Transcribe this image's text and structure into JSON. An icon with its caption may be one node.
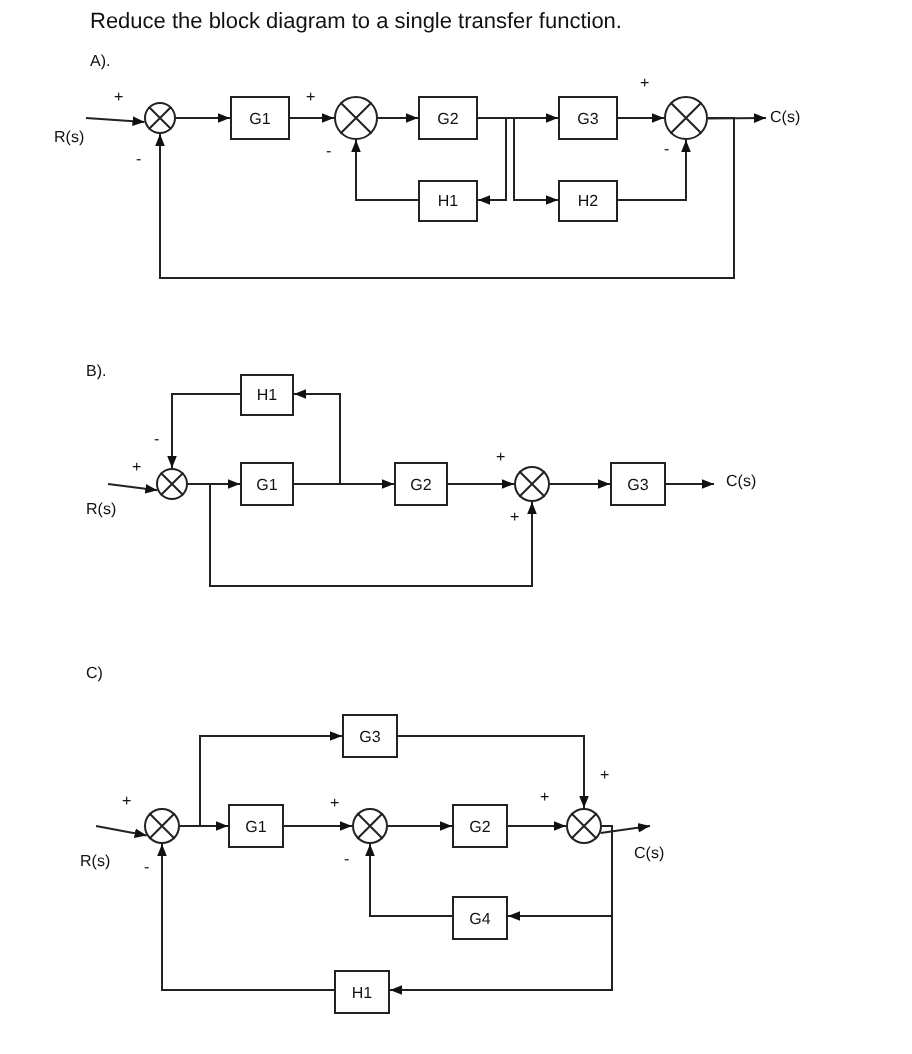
{
  "diagram": {
    "title": "Reduce the block diagram to a single transfer function.",
    "nodes": [
      {
        "text": [],
        "shape": "circle"
      },
      {
        "text": [
          "G1"
        ]
      },
      {
        "text": [],
        "shape": "circle"
      },
      {
        "text": [
          "G2"
        ]
      },
      {
        "text": [
          "G3"
        ]
      },
      {
        "text": [],
        "shape": "circle"
      },
      {
        "text": [
          "H1"
        ]
      },
      {
        "text": [
          "H2"
        ]
      },
      {
        "text": [
          "H1"
        ]
      },
      {
        "text": [],
        "shape": "circle"
      },
      {
        "text": [
          "G1"
        ]
      },
      {
        "text": [
          "G2"
        ]
      },
      {
        "text": [],
        "shape": "circle"
      },
      {
        "text": [
          "G3"
        ]
      },
      {
        "text": [
          "G3"
        ]
      },
      {
        "text": [],
        "shape": "circle"
      },
      {
        "text": [
          "G1"
        ]
      },
      {
        "text": [],
        "shape": "circle"
      },
      {
        "text": [
          "G2"
        ]
      },
      {
        "text": [],
        "shape": "circle"
      },
      {
        "text": [
          "G4"
        ]
      },
      {
        "text": [
          "H1"
        ]
      },
      {
        "text": [
          "R(s)"
        ]
      },
      {
        "text": [
          "C(s)"
        ]
      },
      {
        "text": [
          "R(s)"
        ]
      },
      {
        "text": [
          "C(s)"
        ]
      },
      {
        "text": [
          "R(s)"
        ]
      },
      {
        "text": [
          "C(s)"
        ]
      }
    ],
    "edges": [
      {
        "from": 22,
        "to": 0,
        "arrow": "to"
      },
      {
        "from": 0,
        "to": 1,
        "arrow": "to"
      },
      {
        "from": 1,
        "to": 2,
        "arrow": "to"
      },
      {
        "from": 2,
        "to": 3,
        "arrow": "to"
      },
      {
        "from": 3,
        "to": 4,
        "arrow": "to"
      },
      {
        "from": 3,
        "to": 6,
        "arrow": "to"
      },
      {
        "from": 3,
        "to": 7,
        "arrow": "to"
      },
      {
        "from": 6,
        "to": 2,
        "arrow": "to"
      },
      {
        "from": 7,
        "to": 5,
        "arrow": "to"
      },
      {
        "from": 4,
        "to": 5,
        "arrow": "to"
      },
      {
        "from": 5,
        "to": 23,
        "arrow": "to"
      },
      {
        "from": 5,
        "to": 0,
        "arrow": "to"
      },
      {
        "from": 24,
        "to": 9,
        "arrow": "to"
      },
      {
        "from": 9,
        "to": 10,
        "arrow": "to"
      },
      {
        "from": 10,
        "to": 11,
        "arrow": "to"
      },
      {
        "from": 10,
        "to": 8,
        "arrow": "to"
      },
      {
        "from": 8,
        "to": 9,
        "arrow": "to"
      },
      {
        "from": 9,
        "to": 12,
        "arrow": "to"
      },
      {
        "from": 11,
        "to": 12,
        "arrow": "to"
      },
      {
        "from": 12,
        "to": 13,
        "arrow": "to"
      },
      {
        "from": 13,
        "to": 25,
        "arrow": "to"
      },
      {
        "from": 26,
        "to": 15,
        "arrow": "to"
      },
      {
        "from": 15,
        "to": 16,
        "arrow": "to"
      },
      {
        "from": 15,
        "to": 14,
        "arrow": "to"
      },
      {
        "from": 14,
        "to": 19,
        "arrow": "to"
      },
      {
        "from": 16,
        "to": 17,
        "arrow": "to"
      },
      {
        "from": 17,
        "to": 18,
        "arrow": "to"
      },
      {
        "from": 18,
        "to": 19,
        "arrow": "to"
      },
      {
        "from": 19,
        "to": 27,
        "arrow": "to"
      },
      {
        "from": 19,
        "to": 20,
        "arrow": "to"
      },
      {
        "from": 20,
        "to": 17,
        "arrow": "to"
      },
      {
        "from": 19,
        "to": 21,
        "arrow": "to"
      },
      {
        "from": 21,
        "to": 15,
        "arrow": "to"
      }
    ],
    "labels": [
      "A).",
      "+",
      "+",
      "+",
      "-",
      "-",
      "-",
      "B).",
      "-",
      "+",
      "+",
      "+",
      "C)",
      "+",
      "+",
      "+",
      "+",
      "-",
      "-"
    ]
  }
}
